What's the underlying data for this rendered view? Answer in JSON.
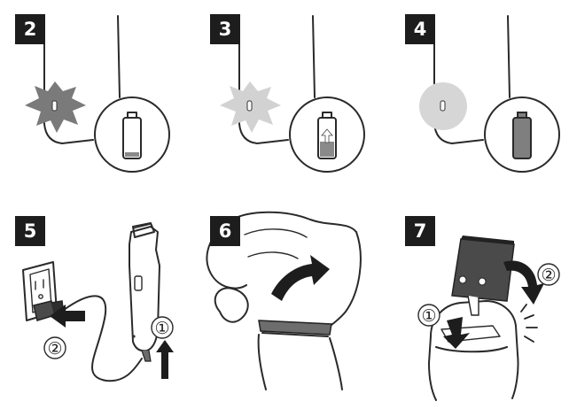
{
  "steps": [
    {
      "number": "2"
    },
    {
      "number": "3"
    },
    {
      "number": "4"
    },
    {
      "number": "5"
    },
    {
      "number": "6"
    },
    {
      "number": "7"
    }
  ],
  "callouts": {
    "step5_one": "①",
    "step5_two": "②",
    "step7_one": "①",
    "step7_two": "②"
  },
  "colors": {
    "badge": "#1d1d1d",
    "battery_low": "#8a8a8a",
    "flash_dark": "#7a7a7a",
    "flash_light": "#d2d2d2",
    "glow": "#d6d6d6",
    "battery_full": "#7f7f7f",
    "arrow": "#1d1d1d"
  },
  "icons": [
    "battery-empty-icon",
    "battery-charging-icon",
    "battery-full-icon",
    "power-outlet-icon",
    "plug-icon",
    "trimmer-icon",
    "blade-attachment-icon"
  ]
}
